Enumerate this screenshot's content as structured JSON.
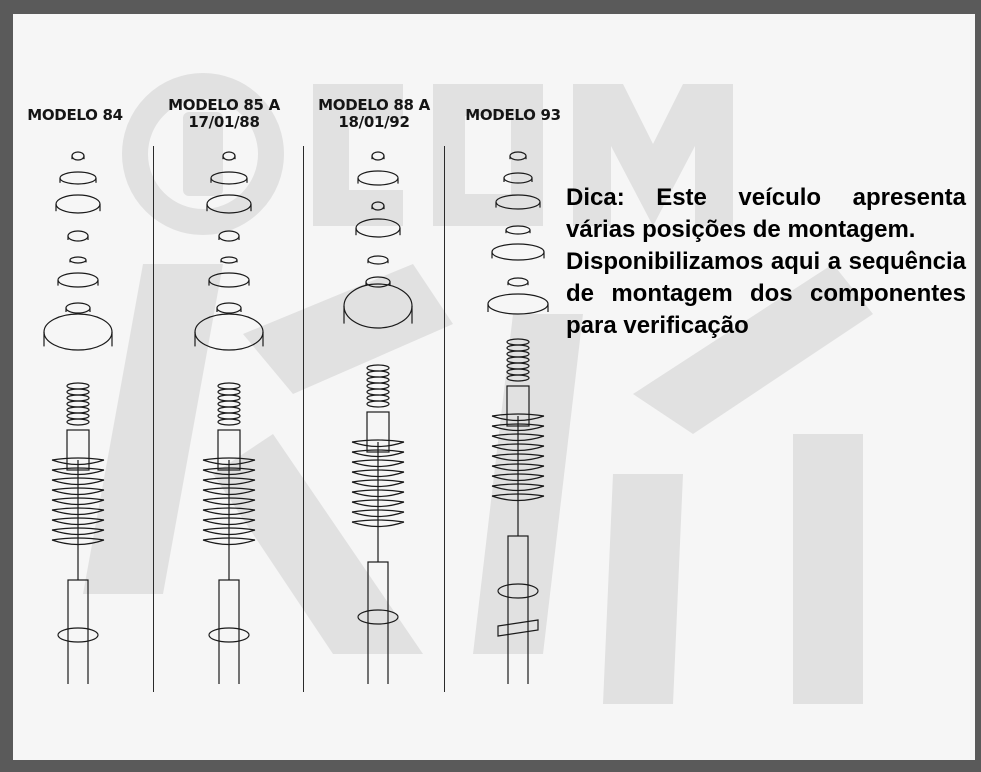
{
  "columns": [
    {
      "title_line1": "MODELO 84",
      "title_line2": ""
    },
    {
      "title_line1": "MODELO 85 A",
      "title_line2": "17/01/88"
    },
    {
      "title_line1": "MODELO 88 A",
      "title_line2": "18/01/92"
    },
    {
      "title_line1": "MODELO 93",
      "title_line2": ""
    }
  ],
  "tip": {
    "paragraph1": "Dica: Este veículo apresenta várias posições de montagem.",
    "paragraph2": "Disponibilizamos aqui a sequência de montagem dos componentes para verificação"
  },
  "colors": {
    "frame": "#5a5a5a",
    "background": "#f6f6f6",
    "watermark": "#dcdcdc",
    "ink": "#1a1a1a"
  }
}
